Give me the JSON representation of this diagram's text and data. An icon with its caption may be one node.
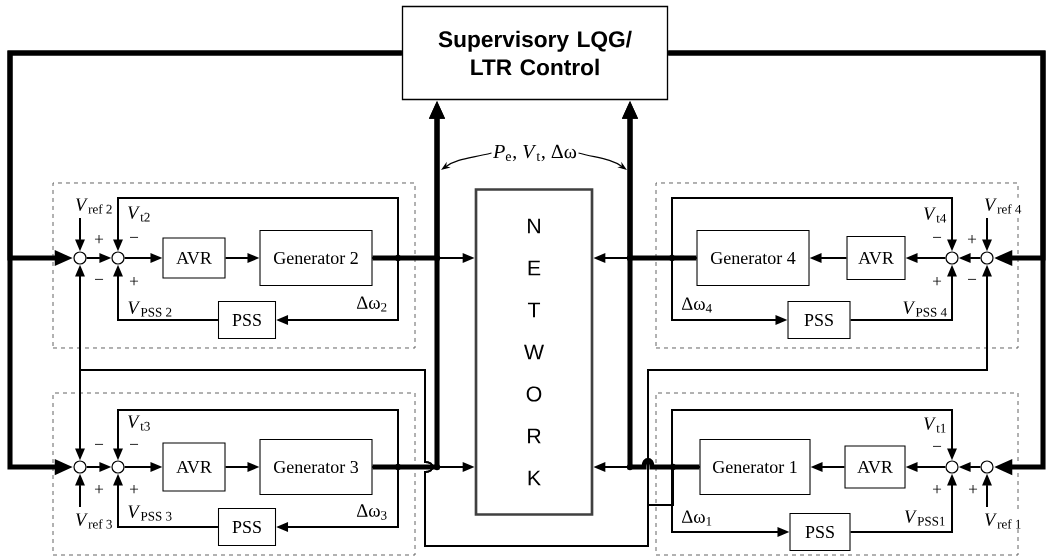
{
  "diagram": {
    "nodes": [
      {
        "text": [
          "Supervisory LQG/ LTR Control"
        ]
      },
      {
        "text": [
          "*P*$_{e}$, *V*$_{t}$, Δω"
        ]
      },
      {
        "text": [],
        "shape": "box"
      },
      {
        "text": [],
        "shape": "circle",
        "in": 2
      },
      {
        "text": [],
        "shape": "circle",
        "in": 2
      },
      {
        "text": [
          "AVR"
        ],
        "in": 2
      },
      {
        "text": [
          "Generator 2"
        ],
        "in": 2
      },
      {
        "text": [
          "PSS"
        ],
        "in": 2
      },
      {
        "text": [
          "N E T W O R K"
        ]
      },
      {
        "text": [],
        "shape": "box"
      },
      {
        "text": [
          "Generator 4"
        ],
        "in": 9
      },
      {
        "text": [
          "AVR"
        ],
        "in": 9
      },
      {
        "text": [],
        "shape": "circle",
        "in": 9
      },
      {
        "text": [],
        "shape": "circle",
        "in": 9
      },
      {
        "text": [
          "PSS"
        ],
        "in": 9
      },
      {
        "text": [],
        "shape": "box"
      },
      {
        "text": [],
        "shape": "circle",
        "in": 15
      },
      {
        "text": [],
        "shape": "circle",
        "in": 15
      },
      {
        "text": [
          "AVR"
        ],
        "in": 15
      },
      {
        "text": [
          "Generator 3"
        ],
        "in": 15
      },
      {
        "text": [
          "PSS"
        ],
        "in": 15
      },
      {
        "text": [],
        "shape": "box"
      },
      {
        "text": [
          "Generator 1"
        ],
        "in": 21
      },
      {
        "text": [
          "AVR"
        ],
        "in": 21
      },
      {
        "text": [],
        "shape": "circle",
        "in": 21
      },
      {
        "text": [],
        "shape": "circle",
        "in": 21
      },
      {
        "text": [
          "PSS"
        ],
        "in": 21
      }
    ],
    "edges": [
      {
        "from": 1,
        "to": null,
        "arrow": "to"
      },
      {
        "from": 1,
        "to": null,
        "arrow": "to"
      },
      {
        "from": null,
        "to": 3,
        "arrow": "to",
        "label": "*V*$_{ref 2}$"
      },
      {
        "from": 3,
        "to": 4,
        "arrow": "to"
      },
      {
        "from": 4,
        "to": 5,
        "arrow": "to"
      },
      {
        "from": 5,
        "to": 6,
        "arrow": "to"
      },
      {
        "from": 6,
        "to": 4,
        "arrow": "to",
        "label": "*V*$_{t2}$"
      },
      {
        "from": 6,
        "to": 7,
        "arrow": "to",
        "label": "Δω$_{2}$"
      },
      {
        "from": 7,
        "to": 4,
        "arrow": "to",
        "label": "*V*$_{PSS 2}$"
      },
      {
        "from": 6,
        "to": 8,
        "arrow": "to"
      },
      {
        "from": 6,
        "to": 0,
        "arrow": "to",
        "style": "thick"
      },
      {
        "from": 0,
        "to": 3,
        "arrow": "to",
        "style": "thick"
      },
      {
        "from": null,
        "to": 13,
        "arrow": "to",
        "label": "*V*$_{ref 4}$"
      },
      {
        "from": 13,
        "to": 12,
        "arrow": "to"
      },
      {
        "from": 12,
        "to": 11,
        "arrow": "to"
      },
      {
        "from": 11,
        "to": 10,
        "arrow": "to"
      },
      {
        "from": 10,
        "to": 12,
        "arrow": "to",
        "label": "*V*$_{t4}$"
      },
      {
        "from": 10,
        "to": 14,
        "arrow": "to",
        "label": "Δω$_{4}$"
      },
      {
        "from": 14,
        "to": 12,
        "arrow": "to",
        "label": "*V*$_{PSS 4}$"
      },
      {
        "from": 10,
        "to": 8,
        "arrow": "to"
      },
      {
        "from": 10,
        "to": 0,
        "arrow": "to",
        "style": "thick"
      },
      {
        "from": 0,
        "to": 13,
        "arrow": "to",
        "style": "thick"
      },
      {
        "from": null,
        "to": 16,
        "arrow": "to",
        "label": "*V*$_{ref 3}$"
      },
      {
        "from": 16,
        "to": 17,
        "arrow": "to"
      },
      {
        "from": 17,
        "to": 18,
        "arrow": "to"
      },
      {
        "from": 18,
        "to": 19,
        "arrow": "to"
      },
      {
        "from": 19,
        "to": 17,
        "arrow": "to",
        "label": "*V*$_{t3}$"
      },
      {
        "from": 19,
        "to": 20,
        "arrow": "to",
        "label": "Δω$_{3}$"
      },
      {
        "from": 20,
        "to": 17,
        "arrow": "to",
        "label": "*V*$_{PSS 3}$"
      },
      {
        "from": 19,
        "to": 8,
        "arrow": "to"
      },
      {
        "from": 19,
        "to": 0,
        "arrow": "to",
        "style": "thick"
      },
      {
        "from": 0,
        "to": 16,
        "arrow": "to",
        "style": "thick"
      },
      {
        "from": null,
        "to": 25,
        "arrow": "to",
        "label": "*V*$_{ref 1}$"
      },
      {
        "from": 25,
        "to": 24,
        "arrow": "to"
      },
      {
        "from": 24,
        "to": 23,
        "arrow": "to"
      },
      {
        "from": 23,
        "to": 22,
        "arrow": "to"
      },
      {
        "from": 22,
        "to": 24,
        "arrow": "to",
        "label": "*V*$_{t1}$"
      },
      {
        "from": 22,
        "to": 26,
        "arrow": "to",
        "label": "Δω$_{1}$"
      },
      {
        "from": 26,
        "to": 24,
        "arrow": "to",
        "label": "*V*$_{PSS1}$"
      },
      {
        "from": 22,
        "to": 8,
        "arrow": "to"
      },
      {
        "from": 22,
        "to": 0,
        "arrow": "to",
        "style": "thick"
      },
      {
        "from": 0,
        "to": 25,
        "arrow": "to",
        "style": "thick"
      },
      {
        "from": 22,
        "to": 3,
        "arrow": "to"
      },
      {
        "from": 22,
        "to": 16,
        "arrow": "to"
      },
      {
        "from": 22,
        "to": 13,
        "arrow": "to"
      }
    ],
    "labels": [
      "+",
      "−",
      "−",
      "+",
      "−",
      "+",
      "+",
      "−",
      "−",
      "+",
      "−",
      "+",
      "−",
      "+",
      "+"
    ]
  }
}
